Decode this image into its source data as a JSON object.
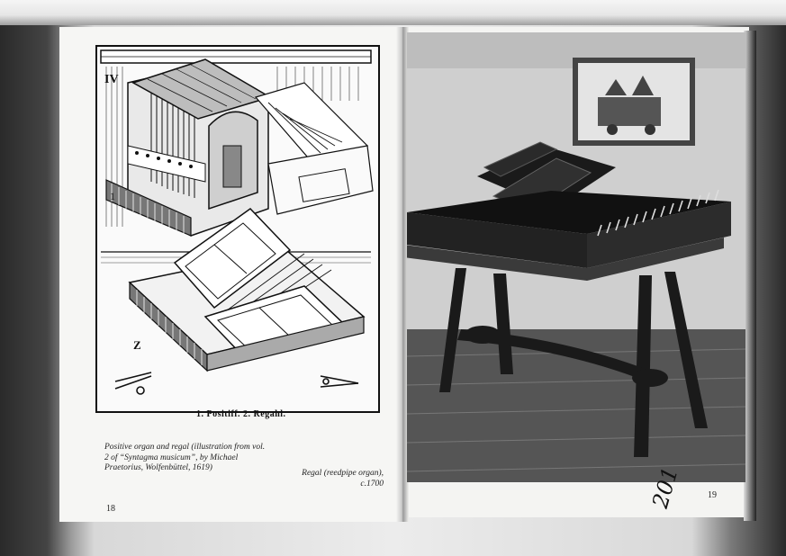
{
  "book": {
    "left_page": {
      "figure_labels": [
        "IV",
        "1",
        "Z"
      ],
      "inscription": "1. Positiff.   2. Regahl.",
      "caption": "Positive organ and regal (illustration from vol. 2 of “Syntagma musicum”, by Michael Praetorius, Wolfenbüttel, 1619)",
      "page_number": "18"
    },
    "right_page": {
      "caption_line1": "Regal (reedpipe organ),",
      "caption_line2": "c.1700",
      "page_number": "19",
      "handwritten_note": "201"
    }
  }
}
